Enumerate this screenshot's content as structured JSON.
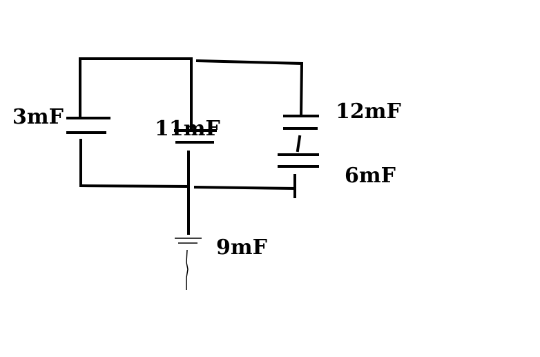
{
  "diagram": {
    "labels": {
      "c1": "3mF",
      "c2": "11mF",
      "c3": "12mF",
      "c4": "6mF",
      "c5": "9mF"
    }
  }
}
